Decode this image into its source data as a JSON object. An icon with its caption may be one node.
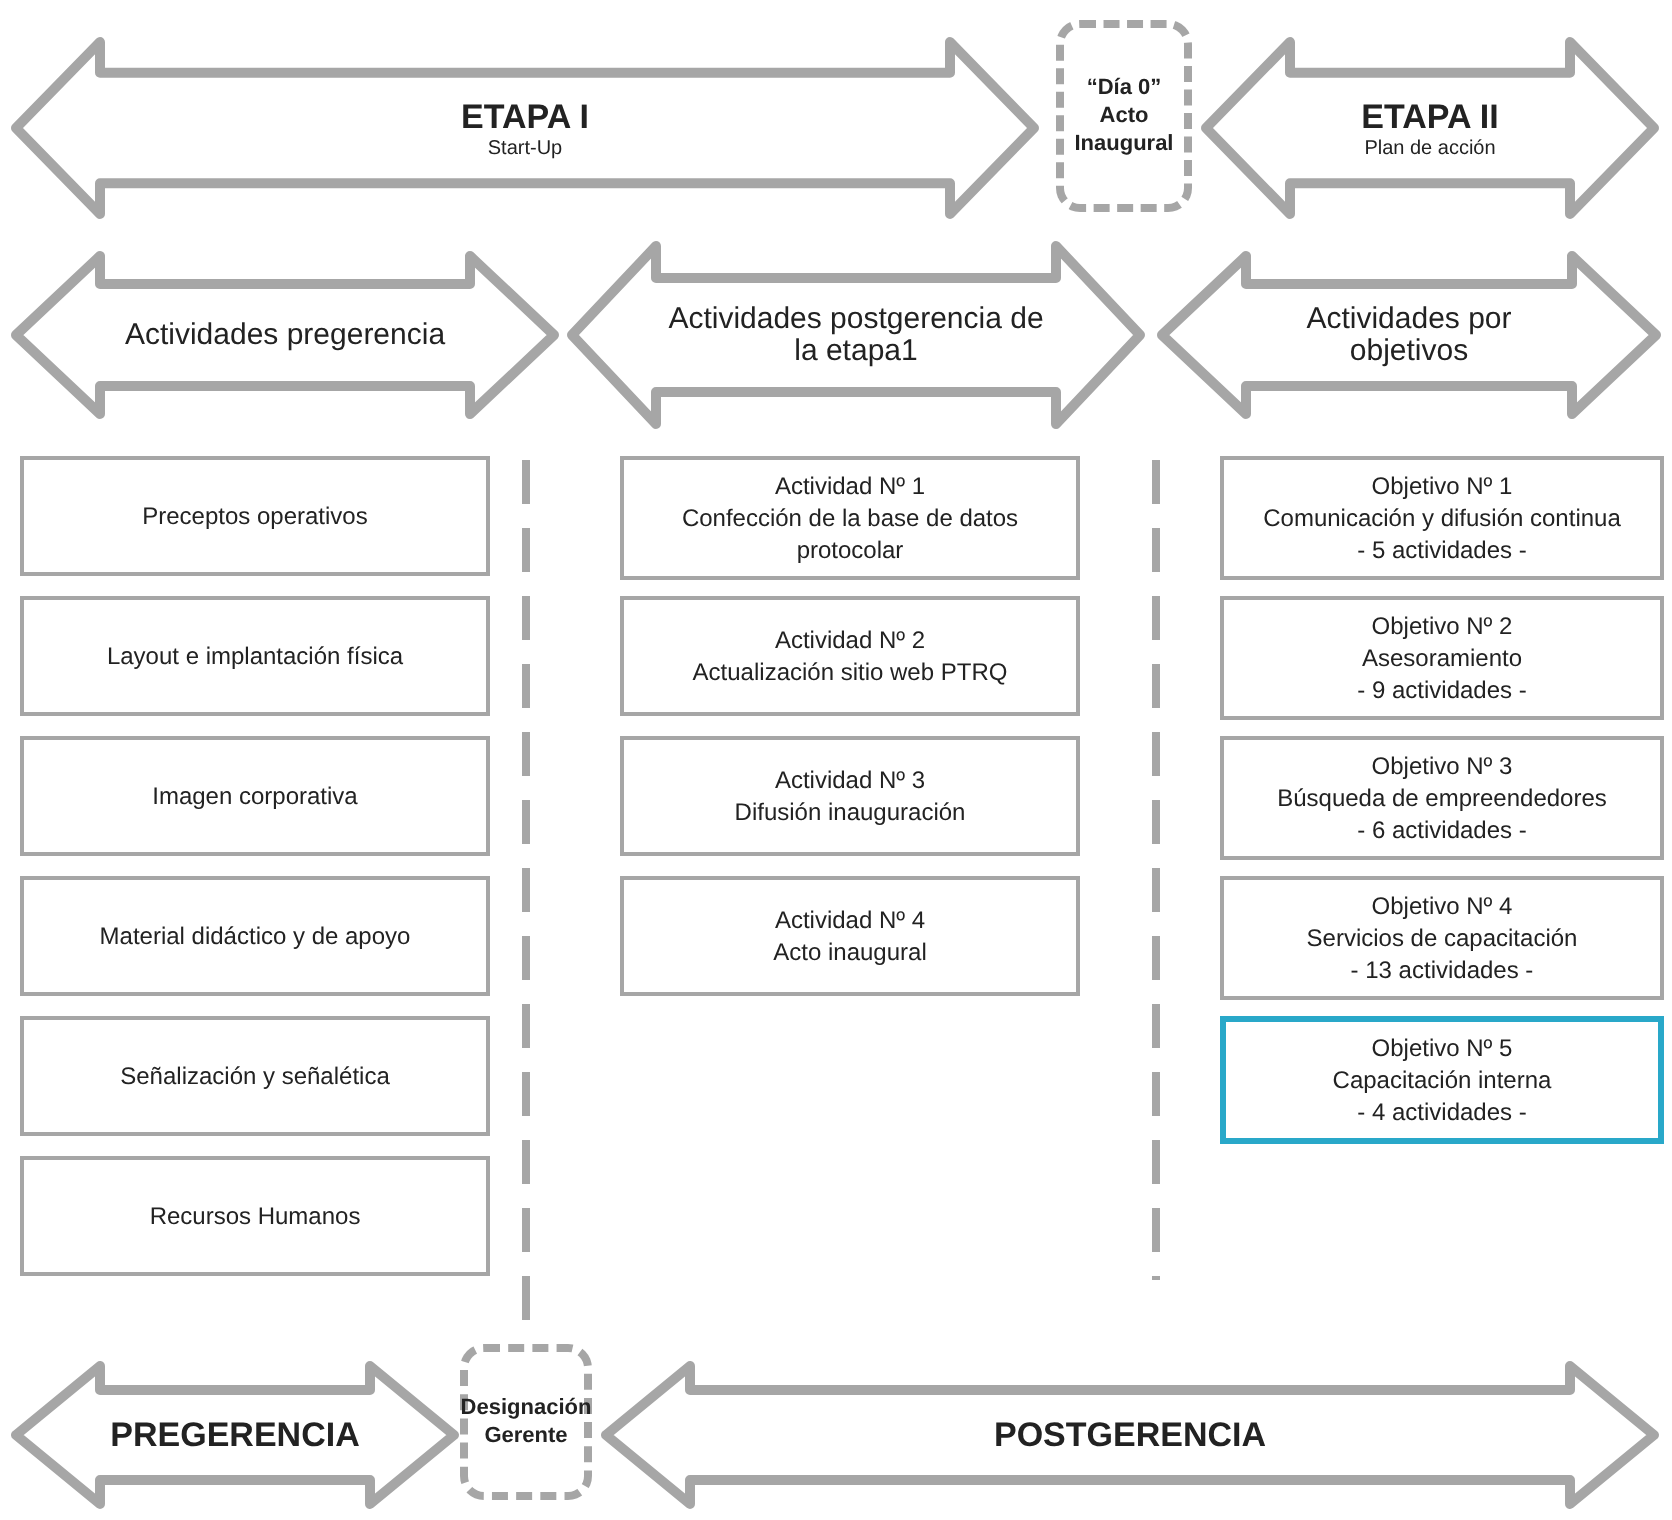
{
  "diagram": {
    "nodes": [
      {
        "text": [
          "ETAPA I",
          "Start-Up"
        ]
      },
      {
        "text": [
          "“Día 0” Acto Inaugural"
        ]
      },
      {
        "text": [
          "ETAPA II",
          "Plan de acción"
        ]
      },
      {
        "text": [
          "Actividades pregerencia"
        ]
      },
      {
        "text": [
          "Actividades postgerencia de la etapa1"
        ]
      },
      {
        "text": [
          "Actividades por objetivos"
        ]
      },
      {
        "text": [
          "Preceptos operativos"
        ]
      },
      {
        "text": [
          "Layout e implantación física"
        ]
      },
      {
        "text": [
          "Imagen corporativa"
        ]
      },
      {
        "text": [
          "Material didáctico y de apoyo"
        ]
      },
      {
        "text": [
          "Señalización y señalética"
        ]
      },
      {
        "text": [
          "Recursos Humanos"
        ]
      },
      {
        "text": [
          "Actividad Nº 1",
          "Confección de la base de datos protocolar"
        ]
      },
      {
        "text": [
          "Actividad Nº 2",
          "Actualización sitio web PTRQ"
        ]
      },
      {
        "text": [
          "Actividad Nº 3",
          "Difusión inauguración"
        ]
      },
      {
        "text": [
          "Actividad Nº 4",
          "Acto inaugural"
        ]
      },
      {
        "text": [
          "Objetivo Nº 1",
          "Comunicación y difusión continua",
          "- 5 actividades -"
        ]
      },
      {
        "text": [
          "Objetivo Nº 2",
          "Asesoramiento",
          "- 9 actividades -"
        ]
      },
      {
        "text": [
          "Objetivo Nº 3",
          "Búsqueda de empreendedores",
          "- 6 actividades -"
        ]
      },
      {
        "text": [
          "Objetivo Nº 4",
          "Servicios de capacitación",
          "- 13 actividades -"
        ]
      },
      {
        "text": [
          "Objetivo Nº 5",
          "Capacitación interna",
          "- 4 actividades -"
        ]
      },
      {
        "text": [
          "PREGERENCIA"
        ]
      },
      {
        "text": [
          "Designación Gerente"
        ]
      },
      {
        "text": [
          "POSTGERENCIA"
        ]
      }
    ]
  }
}
